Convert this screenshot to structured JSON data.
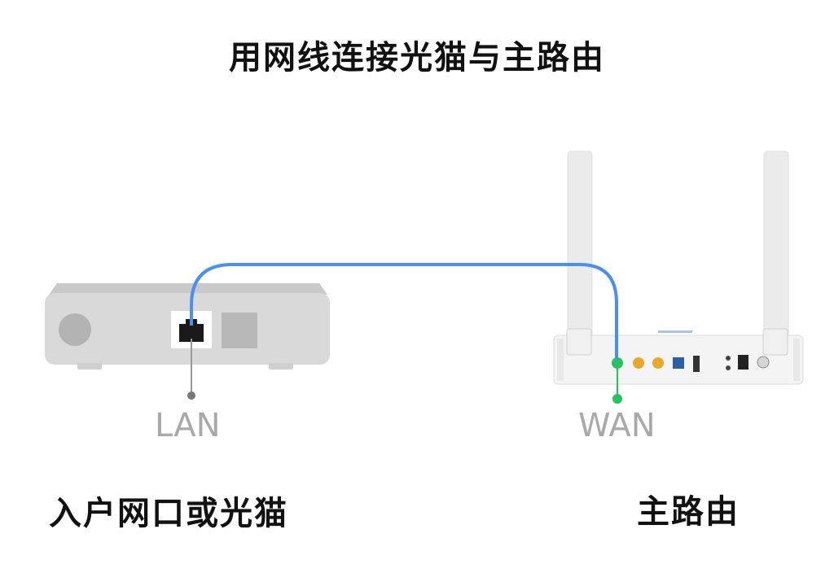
{
  "title": "用网线连接光猫与主路由",
  "modem": {
    "caption": "入户网口或光猫",
    "port_label": "LAN"
  },
  "router": {
    "caption": "主路由",
    "port_label": "WAN"
  },
  "colors": {
    "cable": "#4a90ef",
    "wan_dot": "#22c55e",
    "lan_dot": "#777777",
    "device_gray": "#d9d9d9",
    "router_white": "#f4f4f4"
  }
}
